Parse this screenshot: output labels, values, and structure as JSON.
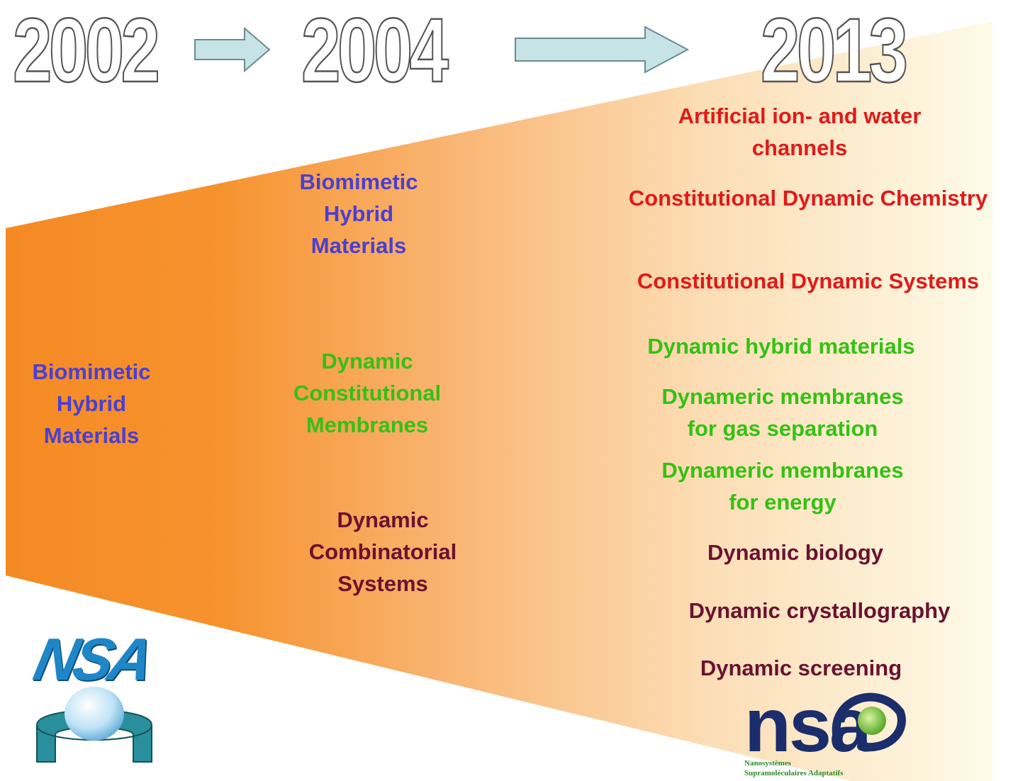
{
  "years": {
    "y2002": "2002",
    "y2004": "2004",
    "y2013": "2013"
  },
  "col2002": {
    "biomimetic": "Biomimetic\nHybrid\nMaterials"
  },
  "col2004": {
    "biomimetic": "Biomimetic\nHybrid\nMaterials",
    "membranes": "Dynamic\nConstitutional\nMembranes",
    "combinatorial": "Dynamic\nCombinatorial\nSystems"
  },
  "col2013": {
    "channels": "Artificial ion- and water\nchannels",
    "cdc": "Constitutional Dynamic Chemistry",
    "cds": "Constitutional Dynamic Systems",
    "hybrid": "Dynamic hybrid materials",
    "gas": "Dynameric membranes\nfor gas separation",
    "energy": "Dynameric membranes\nfor energy",
    "biology": "Dynamic biology",
    "crystallography": "Dynamic crystallography",
    "screening": "Dynamic screening"
  },
  "logos": {
    "nsa_left": "NSA",
    "nsa_right": "nsa",
    "nsa_right_line1": "Nanosystèmes",
    "nsa_right_line2": "Supramoléculaires Adaptatifs"
  },
  "colors": {
    "funnel_start": "#f58a24",
    "funnel_end": "#fdfbe8",
    "arrow_fill": "#c6e3e6",
    "arrow_stroke": "#6a8a90",
    "blue": "#4a3fd0",
    "green": "#34c114",
    "maroon": "#6a1230",
    "red": "#e01a1a"
  }
}
